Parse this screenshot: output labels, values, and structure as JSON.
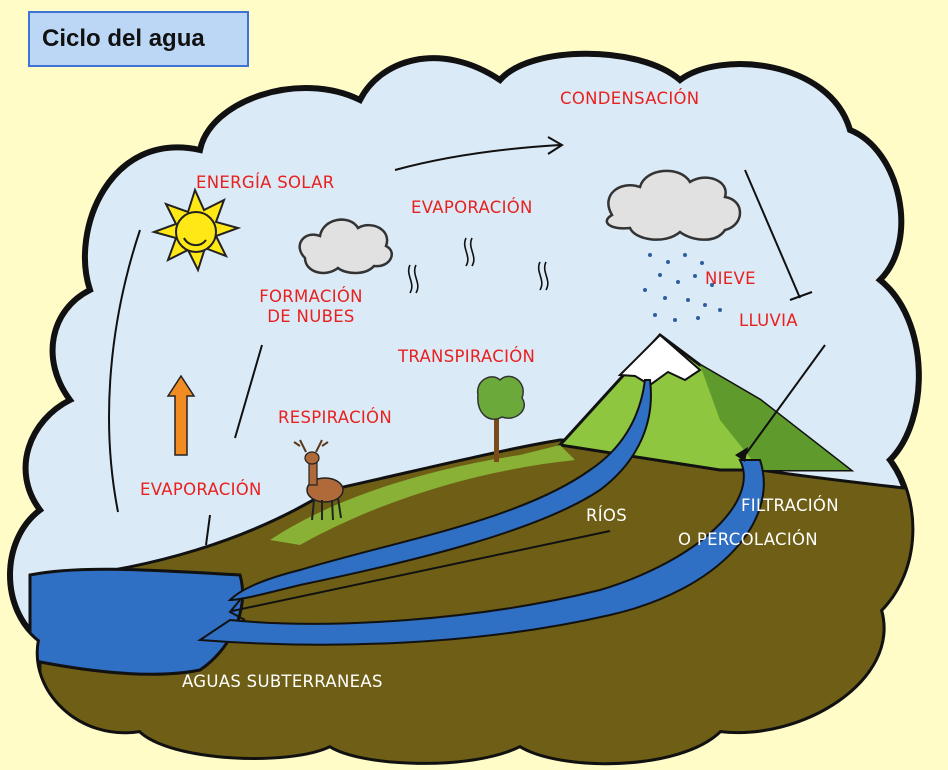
{
  "title": "Ciclo del agua",
  "labels": {
    "condensacion": "CONDENSACIÓN",
    "energia_solar": "ENERGÍA SOLAR",
    "evaporacion_top": "EVAPORACIÓN",
    "nieve": "NIEVE",
    "lluvia": "LLUVIA",
    "formacion_nubes_1": "FORMACIÓN",
    "formacion_nubes_2": "DE NUBES",
    "transpiracion": "TRANSPIRACIÓN",
    "respiracion": "RESPIRACIÓN",
    "evaporacion_bottom": "EVAPORACIÓN",
    "rios": "RÍOS",
    "filtracion": "FILTRACIÓN",
    "percolacion": "O PERCOLACIÓN",
    "aguas_subterraneas": "AGUAS SUBTERRANEAS"
  },
  "colors": {
    "background": "#FFFCC8",
    "sky": "#DBEAF7",
    "label_red": "#E8211E",
    "earth": "#6E5E16",
    "grass": "#8FC63F",
    "water": "#2F6FC4",
    "title_box": "#BCD7F6"
  }
}
